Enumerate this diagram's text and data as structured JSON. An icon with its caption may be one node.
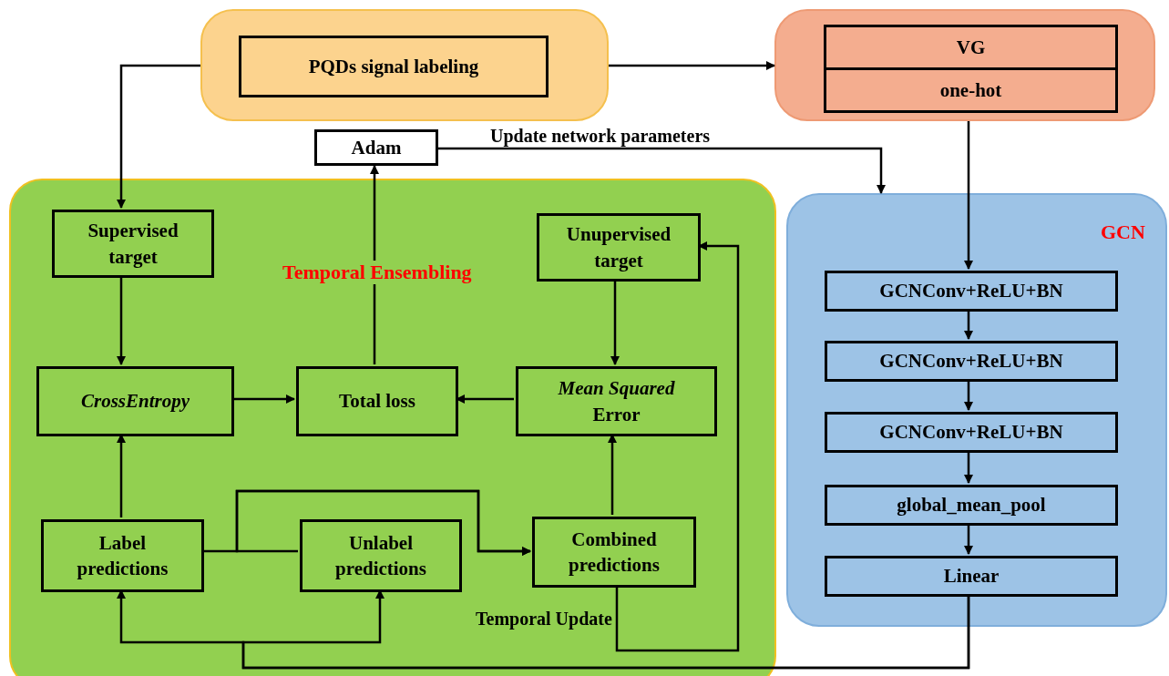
{
  "diagram": {
    "nodes": [
      {
        "text": [],
        "shape": "box"
      },
      {
        "text": [
          "PQDs signal labeling"
        ],
        "in": 0
      },
      {
        "text": [],
        "shape": "box"
      },
      {
        "text": [
          "VG"
        ],
        "in": 2
      },
      {
        "text": [
          "one-hot"
        ],
        "in": 2
      },
      {
        "text": [
          "Adam"
        ]
      },
      {
        "text": [
          "Temporal Ensembling"
        ]
      },
      {
        "text": [
          "Supervised target"
        ],
        "in": 6
      },
      {
        "text": [
          "Unupervised target"
        ],
        "in": 6
      },
      {
        "text": [
          "*CrossEntropy*"
        ],
        "in": 6
      },
      {
        "text": [
          "Total loss"
        ],
        "in": 6
      },
      {
        "text": [
          "*Mean Squared* Error"
        ],
        "in": 6
      },
      {
        "text": [
          "Label predictions"
        ],
        "in": 6
      },
      {
        "text": [
          "Unlabel predictions"
        ],
        "in": 6
      },
      {
        "text": [
          "Combined predictions"
        ],
        "in": 6
      },
      {
        "text": [
          "GCN"
        ]
      },
      {
        "text": [
          "GCNConv+ReLU+BN"
        ],
        "in": 15
      },
      {
        "text": [
          "GCNConv+ReLU+BN"
        ],
        "in": 15
      },
      {
        "text": [
          "GCNConv+ReLU+BN"
        ],
        "in": 15
      },
      {
        "text": [
          "global_mean_pool"
        ],
        "in": 15
      },
      {
        "text": [
          "Linear"
        ],
        "in": 15
      }
    ],
    "edges": [
      {
        "from": 0,
        "to": 2,
        "arrow": "to"
      },
      {
        "from": 0,
        "to": 7,
        "arrow": "to"
      },
      {
        "from": 5,
        "to": 15,
        "arrow": "to",
        "label": "Update network parameters"
      },
      {
        "from": 2,
        "to": 16,
        "arrow": "to"
      },
      {
        "from": 16,
        "to": 17,
        "arrow": "to"
      },
      {
        "from": 17,
        "to": 18,
        "arrow": "to"
      },
      {
        "from": 18,
        "to": 19,
        "arrow": "to"
      },
      {
        "from": 19,
        "to": 20,
        "arrow": "to"
      },
      {
        "from": 7,
        "to": 9,
        "arrow": "to"
      },
      {
        "from": 8,
        "to": 11,
        "arrow": "to"
      },
      {
        "from": 9,
        "to": 10,
        "arrow": "to"
      },
      {
        "from": 11,
        "to": 10,
        "arrow": "to"
      },
      {
        "from": 10,
        "to": 5,
        "arrow": "to"
      },
      {
        "from": 12,
        "to": 9,
        "arrow": "to"
      },
      {
        "from": 14,
        "to": 11,
        "arrow": "to"
      },
      {
        "from": 12,
        "to": 14,
        "arrow": "to"
      },
      {
        "from": 13,
        "to": 14,
        "arrow": "to"
      },
      {
        "from": 14,
        "to": 8,
        "arrow": "to",
        "label": "Temporal Update"
      },
      {
        "from": 20,
        "to": 12,
        "arrow": "to"
      },
      {
        "from": 20,
        "to": 13,
        "arrow": "to"
      }
    ]
  }
}
